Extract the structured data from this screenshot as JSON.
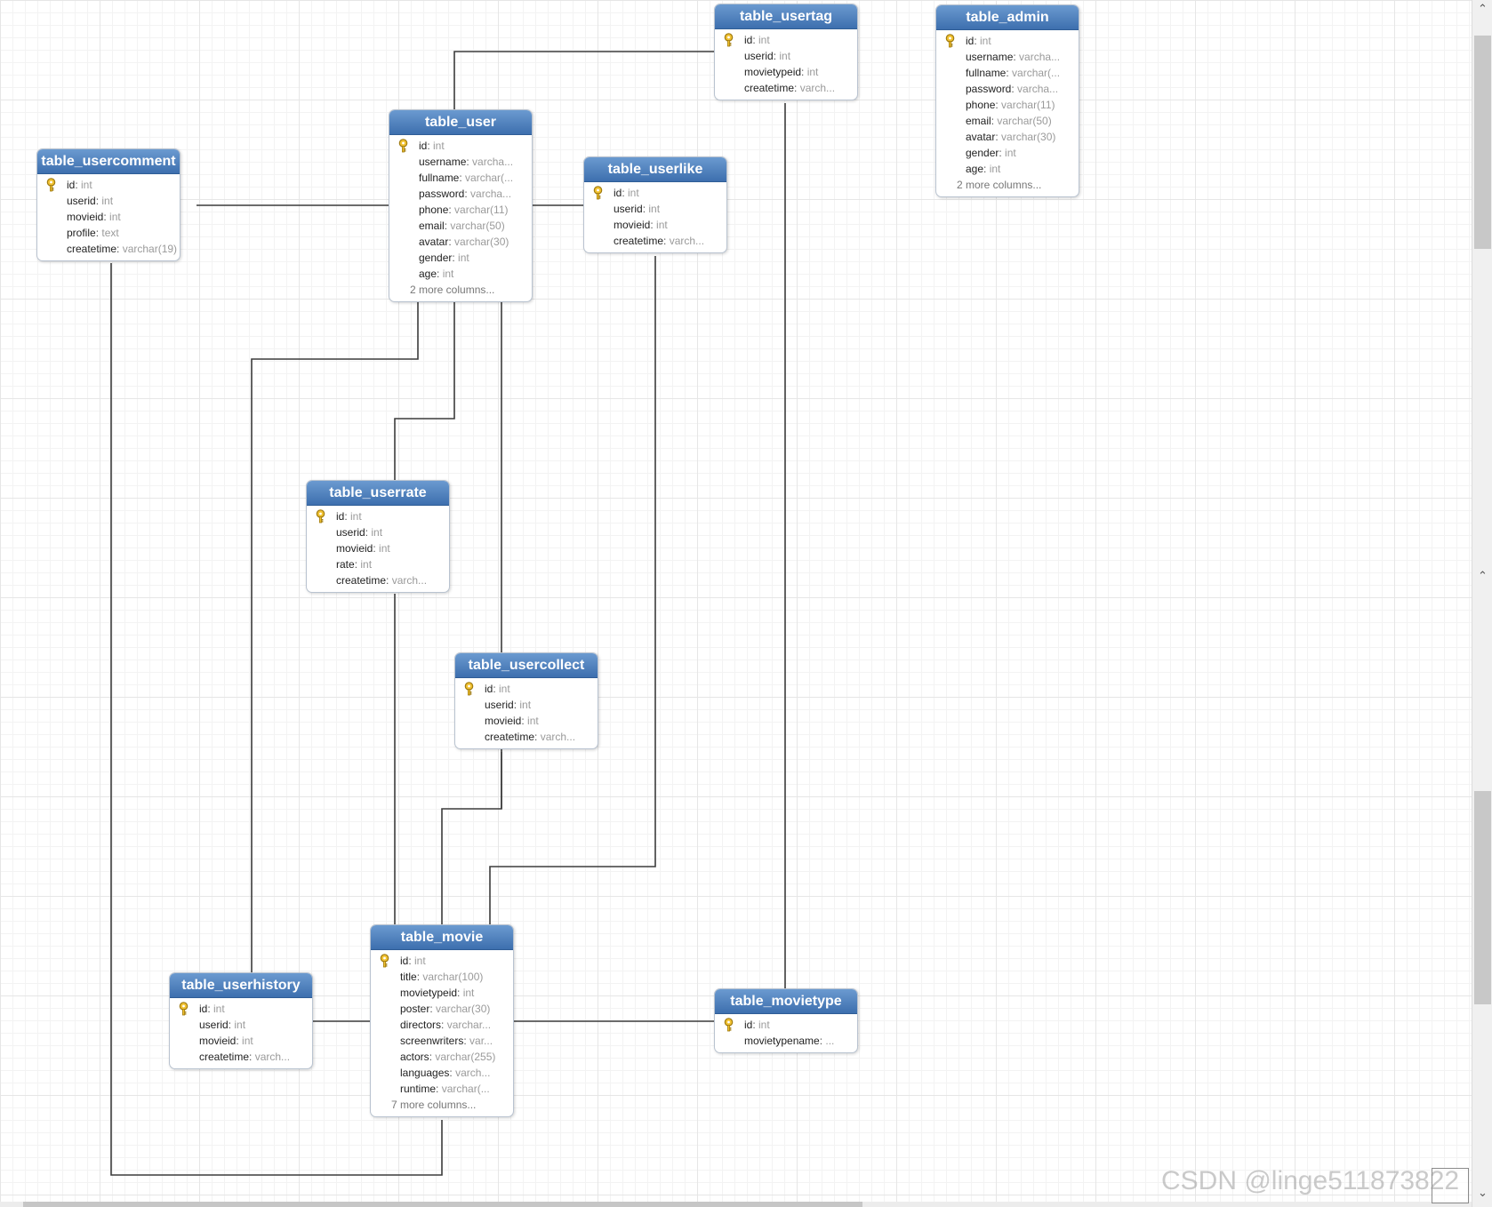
{
  "diagram": {
    "tables": [
      {
        "key": "usertag",
        "name": "table_usertag",
        "columns": [
          {
            "name": "id",
            "type": "int",
            "pk": true
          },
          {
            "name": "userid",
            "type": "int"
          },
          {
            "name": "movietypeid",
            "type": "int"
          },
          {
            "name": "createtime",
            "type": "varch..."
          }
        ],
        "more": ""
      },
      {
        "key": "admin",
        "name": "table_admin",
        "columns": [
          {
            "name": "id",
            "type": "int",
            "pk": true
          },
          {
            "name": "username",
            "type": "varcha..."
          },
          {
            "name": "fullname",
            "type": "varchar(..."
          },
          {
            "name": "password",
            "type": "varcha..."
          },
          {
            "name": "phone",
            "type": "varchar(11)"
          },
          {
            "name": "email",
            "type": "varchar(50)"
          },
          {
            "name": "avatar",
            "type": "varchar(30)"
          },
          {
            "name": "gender",
            "type": "int"
          },
          {
            "name": "age",
            "type": "int"
          }
        ],
        "more": "2 more columns..."
      },
      {
        "key": "user",
        "name": "table_user",
        "columns": [
          {
            "name": "id",
            "type": "int",
            "pk": true
          },
          {
            "name": "username",
            "type": "varcha..."
          },
          {
            "name": "fullname",
            "type": "varchar(..."
          },
          {
            "name": "password",
            "type": "varcha..."
          },
          {
            "name": "phone",
            "type": "varchar(11)"
          },
          {
            "name": "email",
            "type": "varchar(50)"
          },
          {
            "name": "avatar",
            "type": "varchar(30)"
          },
          {
            "name": "gender",
            "type": "int"
          },
          {
            "name": "age",
            "type": "int"
          }
        ],
        "more": "2 more columns..."
      },
      {
        "key": "usercomment",
        "name": "table_usercomment",
        "columns": [
          {
            "name": "id",
            "type": "int",
            "pk": true
          },
          {
            "name": "userid",
            "type": "int"
          },
          {
            "name": "movieid",
            "type": "int"
          },
          {
            "name": "profile",
            "type": "text"
          },
          {
            "name": "createtime",
            "type": "varchar(19)"
          }
        ],
        "more": ""
      },
      {
        "key": "userlike",
        "name": "table_userlike",
        "columns": [
          {
            "name": "id",
            "type": "int",
            "pk": true
          },
          {
            "name": "userid",
            "type": "int"
          },
          {
            "name": "movieid",
            "type": "int"
          },
          {
            "name": "createtime",
            "type": "varch..."
          }
        ],
        "more": ""
      },
      {
        "key": "userrate",
        "name": "table_userrate",
        "columns": [
          {
            "name": "id",
            "type": "int",
            "pk": true
          },
          {
            "name": "userid",
            "type": "int"
          },
          {
            "name": "movieid",
            "type": "int"
          },
          {
            "name": "rate",
            "type": "int"
          },
          {
            "name": "createtime",
            "type": "varch..."
          }
        ],
        "more": ""
      },
      {
        "key": "usercollect",
        "name": "table_usercollect",
        "columns": [
          {
            "name": "id",
            "type": "int",
            "pk": true
          },
          {
            "name": "userid",
            "type": "int"
          },
          {
            "name": "movieid",
            "type": "int"
          },
          {
            "name": "createtime",
            "type": "varch..."
          }
        ],
        "more": ""
      },
      {
        "key": "movie",
        "name": "table_movie",
        "columns": [
          {
            "name": "id",
            "type": "int",
            "pk": true
          },
          {
            "name": "title",
            "type": "varchar(100)"
          },
          {
            "name": "movietypeid",
            "type": "int"
          },
          {
            "name": "poster",
            "type": "varchar(30)"
          },
          {
            "name": "directors",
            "type": "varchar..."
          },
          {
            "name": "screenwriters",
            "type": "var..."
          },
          {
            "name": "actors",
            "type": "varchar(255)"
          },
          {
            "name": "languages",
            "type": "varch..."
          },
          {
            "name": "runtime",
            "type": "varchar(..."
          }
        ],
        "more": "7 more columns..."
      },
      {
        "key": "userhistory",
        "name": "table_userhistory",
        "columns": [
          {
            "name": "id",
            "type": "int",
            "pk": true
          },
          {
            "name": "userid",
            "type": "int"
          },
          {
            "name": "movieid",
            "type": "int"
          },
          {
            "name": "createtime",
            "type": "varch..."
          }
        ],
        "more": ""
      },
      {
        "key": "movietype",
        "name": "table_movietype",
        "columns": [
          {
            "name": "id",
            "type": "int",
            "pk": true
          },
          {
            "name": "movietypename",
            "type": "..."
          }
        ],
        "more": ""
      }
    ],
    "relations": [
      {
        "from": "usertag",
        "to": "user"
      },
      {
        "from": "usertag",
        "to": "movietype"
      },
      {
        "from": "usercomment",
        "to": "user"
      },
      {
        "from": "usercomment",
        "to": "movie"
      },
      {
        "from": "userlike",
        "to": "user"
      },
      {
        "from": "userlike",
        "to": "movie"
      },
      {
        "from": "userrate",
        "to": "user"
      },
      {
        "from": "userrate",
        "to": "movie"
      },
      {
        "from": "usercollect",
        "to": "user"
      },
      {
        "from": "usercollect",
        "to": "movie"
      },
      {
        "from": "userhistory",
        "to": "user"
      },
      {
        "from": "userhistory",
        "to": "movie"
      },
      {
        "from": "movie",
        "to": "movietype"
      }
    ]
  },
  "watermark": "CSDN @linge511873822",
  "icons": {
    "primary_key": "key-icon",
    "scroll_up": "chevron-up-icon",
    "scroll_down": "chevron-down-icon"
  }
}
